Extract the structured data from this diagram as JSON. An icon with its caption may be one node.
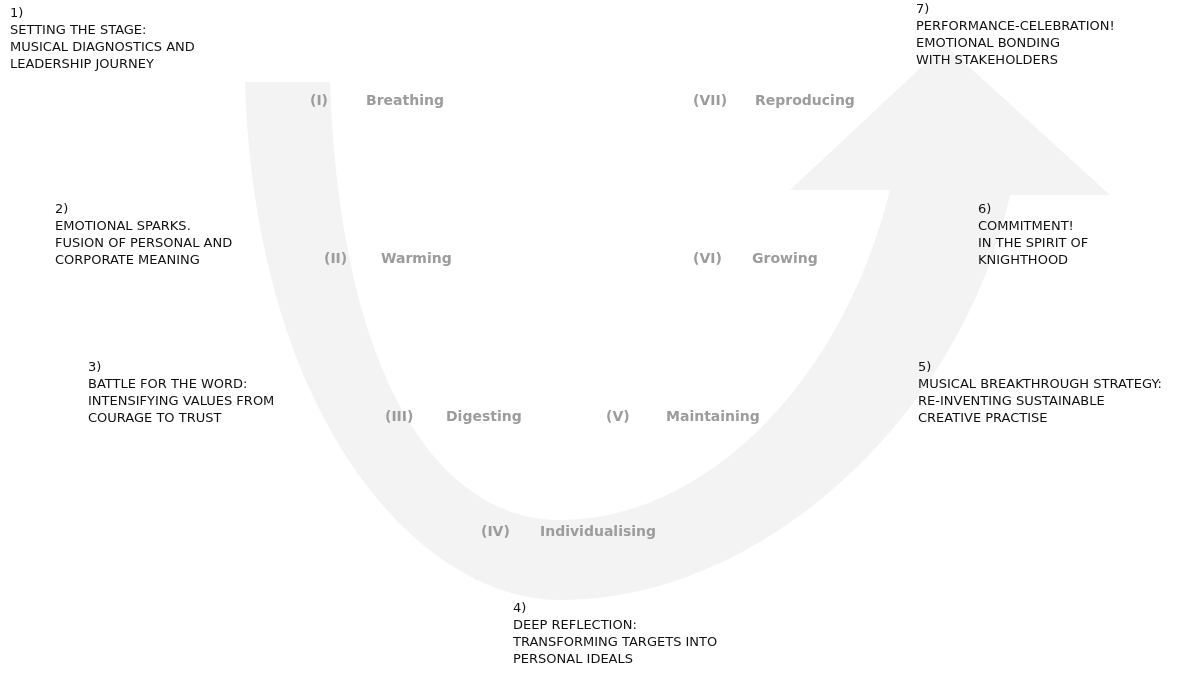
{
  "diagram": {
    "labels": [
      "1)",
      "SETTING THE STAGE:",
      "MUSICAL DIAGNOSTICS AND LEADERSHIP JOURNEY",
      "7)",
      "PERFORMANCE-CELEBRATION!",
      "EMOTIONAL BONDING WITH STAKEHOLDERS",
      "(I)",
      "Breathing",
      "(VII)",
      "Reproducing",
      "2)",
      "EMOTIONAL SPARKS.",
      "FUSION OF PERSONAL AND CORPORATE MEANING",
      "6)",
      "COMMITMENT!",
      "IN THE SPIRIT OF KNIGHTHOOD",
      "(II)",
      "Warming",
      "(VI)",
      "Growing",
      "3)",
      "BATTLE FOR THE WORD:",
      "INTENSIFYING VALUES FROM COURAGE TO TRUST",
      "5)",
      "MUSICAL BREAKTHROUGH STRATEGY:",
      "RE-INVENTING SUSTAINABLE CREATIVE PRACTISE",
      "(III)",
      "Digesting",
      "(V)",
      "Maintaining",
      "(IV)",
      "Individualising",
      "4)",
      "DEEP REFLECTION:",
      "TRANSFORMING TARGETS INTO PERSONAL IDEALS"
    ]
  }
}
